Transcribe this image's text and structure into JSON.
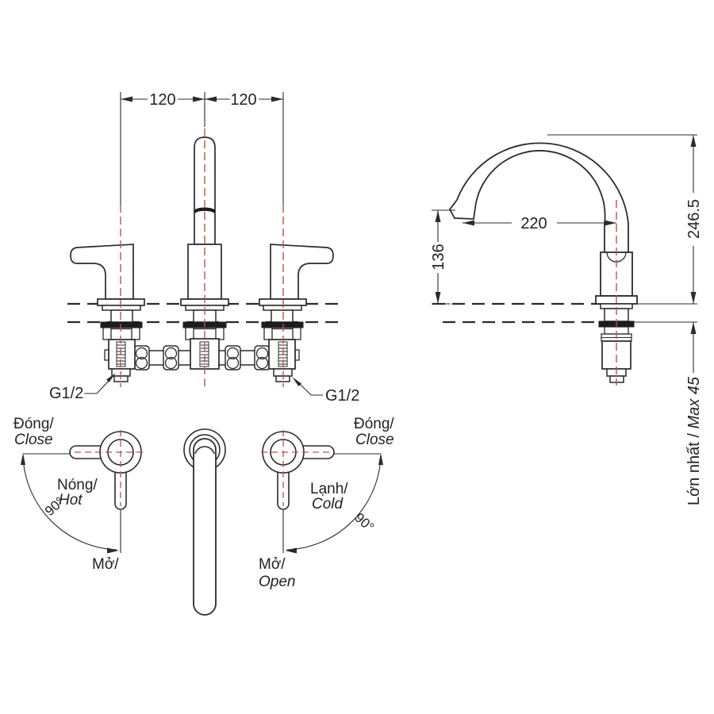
{
  "drawing": {
    "type": "faucet-installation-dimension-diagram",
    "colors": {
      "line": "#2b2b2b",
      "centerline": "#b85450",
      "dark_fill": "#1c1c1c",
      "background": "#ffffff"
    },
    "front_view": {
      "dim_spacing_left": "120",
      "dim_spacing_right": "120",
      "thread_left": "G1/2",
      "thread_right": "G1/2"
    },
    "side_view": {
      "dim_reach": "220",
      "dim_total_height": "246.5",
      "dim_spout_height": "136",
      "dim_max_vi": "Lớn nhất / ",
      "dim_max_en": "Max 45"
    },
    "top_view": {
      "left_handle": {
        "close_vi": "Đóng/",
        "close_en": "Close",
        "temp_vi": "Nóng/",
        "temp_en": "Hot",
        "angle": "90°",
        "open_vi": "Mở/"
      },
      "right_handle": {
        "close_vi": "Đóng/",
        "close_en": "Close",
        "temp_vi": "Lạnh/",
        "temp_en": "Cold",
        "angle": "90°",
        "open_vi": "Mở/",
        "open_en": "Open"
      }
    }
  }
}
